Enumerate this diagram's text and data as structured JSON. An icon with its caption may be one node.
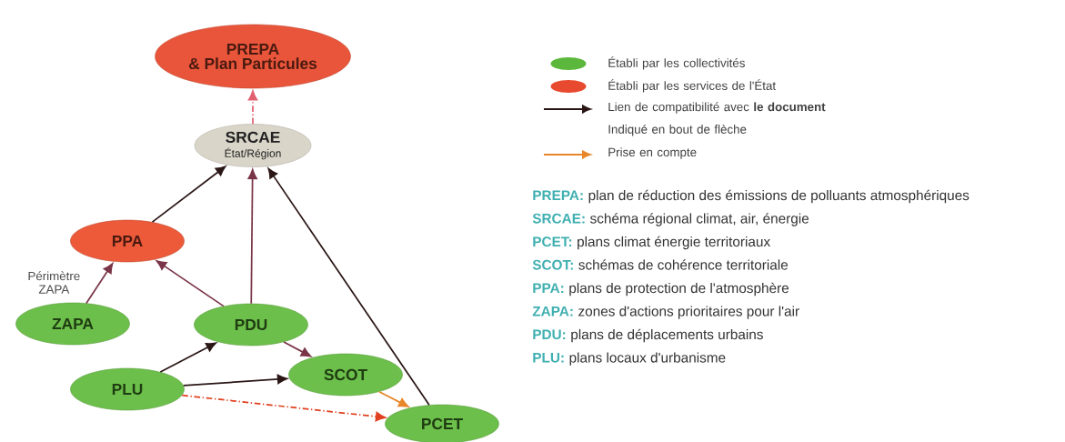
{
  "diagram": {
    "nodes": [
      {
        "text": [
          "PREPA",
          "& Plan Particules"
        ]
      },
      {
        "text": [
          "SRCAE",
          "État/Région"
        ]
      },
      {
        "text": [
          "PPA"
        ]
      },
      {
        "text": [
          "ZAPA"
        ]
      },
      {
        "text": [
          "PDU"
        ]
      },
      {
        "text": [
          "PLU"
        ]
      },
      {
        "text": [
          "SCOT"
        ]
      },
      {
        "text": [
          "PCET"
        ]
      }
    ],
    "edges": [
      {
        "from": 1,
        "to": 0,
        "arrow": "to",
        "style": "dashed",
        "color": "#e06070"
      },
      {
        "from": 2,
        "to": 1,
        "arrow": "to"
      },
      {
        "from": 4,
        "to": 1,
        "arrow": "to",
        "color": "#7a3548"
      },
      {
        "from": 7,
        "to": 1,
        "arrow": "to"
      },
      {
        "from": 3,
        "to": 2,
        "arrow": "to",
        "color": "#7a3548",
        "label": "Périmètre ZAPA"
      },
      {
        "from": 4,
        "to": 2,
        "arrow": "to",
        "color": "#7a3548"
      },
      {
        "from": 5,
        "to": 4,
        "arrow": "to"
      },
      {
        "from": 4,
        "to": 6,
        "arrow": "to",
        "color": "#7a3548"
      },
      {
        "from": 5,
        "to": 6,
        "arrow": "to"
      },
      {
        "from": 6,
        "to": 7,
        "arrow": "to",
        "color": "#e8872a"
      },
      {
        "from": 5,
        "to": 7,
        "arrow": "to",
        "style": "dashed",
        "color": "#e0401f"
      }
    ],
    "labels": [
      "PREPA:",
      "plan de réduction des émissions de polluants atmosphériques",
      "SRCAE:",
      "schéma régional climat, air, énergie",
      "PCET:",
      "plans climat énergie territoriaux",
      "SCOT:",
      "schémas de cohérence territoriale",
      "PPA:",
      "plans de protection de l'atmosphère",
      "ZAPA:",
      "zones d'actions prioritaires pour l'air",
      "PDU:",
      "plans de déplacements urbains",
      "PLU:",
      "plans locaux d'urbanisme"
    ],
    "legend": [
      {
        "text": "Établi par les collectivités",
        "color": "#5cb83c"
      },
      {
        "text": "Établi par les services de l'État",
        "color": "#e84a30"
      },
      {
        "text": "Lien de compatibilité avec **le document** Indiqué en bout de flèche"
      },
      {
        "text": "Prise en compte"
      }
    ]
  }
}
